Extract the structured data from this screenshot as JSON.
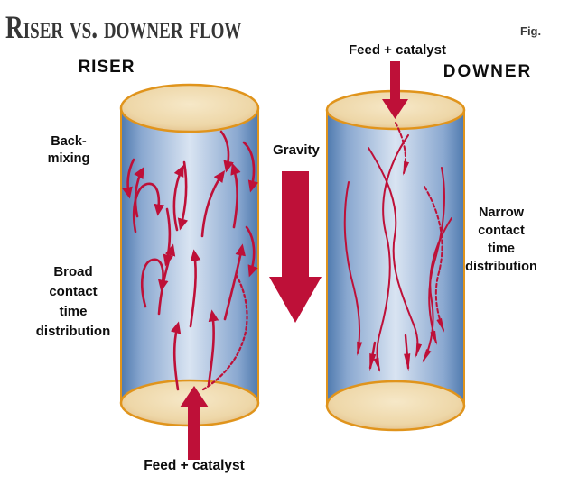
{
  "header": {
    "title": "Riser vs. downer flow",
    "fig_label": "Fig."
  },
  "center": {
    "gravity_label": "Gravity"
  },
  "riser": {
    "heading": "RISER",
    "feed_label": "Feed + catalyst",
    "backmixing_label": "Back-\nmixing",
    "distribution_label": "Broad\ncontact\ntime\ndistribution"
  },
  "downer": {
    "heading": "DOWNER",
    "feed_label": "Feed + catalyst",
    "distribution_label": "Narrow\ncontact\ntime\ndistribution"
  },
  "colors": {
    "arrow_red": "#be1038",
    "cylinder_outline": "#e0941c",
    "tan_light": "#f6e8c8",
    "tan_dark": "#dcb076",
    "blue_edge": "#4f7aae",
    "blue_light": "#d9e4f2",
    "title_color": "#363636",
    "text_color": "#0d0d0d",
    "background": "#ffffff"
  }
}
